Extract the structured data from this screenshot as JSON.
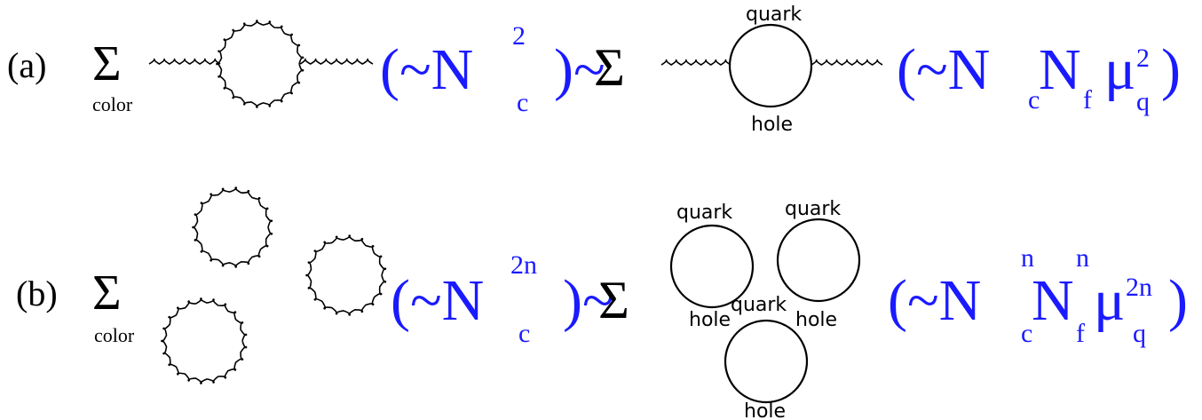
{
  "row_a": {
    "tag": "(a)",
    "sum_symbol": "Σ",
    "sum_sub": "color",
    "lhs": {
      "open": "(~N",
      "sub": "c",
      "sup": "2",
      "close": ")~"
    },
    "sum2_symbol": "Σ",
    "loop_top": "quark",
    "loop_bottom": "hole",
    "rhs": {
      "open": "(~N",
      "sub1": "c",
      "mid": "N",
      "sub2": "f",
      "mu": "μ",
      "sup": "2",
      "sub3": "q",
      "close": ")"
    }
  },
  "row_b": {
    "tag": "(b)",
    "sum_symbol": "Σ",
    "sum_sub": "color",
    "lhs": {
      "open": "(~N",
      "sub": "c",
      "sup": "2n",
      "close": ")~"
    },
    "sum2_symbol": "Σ",
    "loop1_top": "quark",
    "loop1_bottom": "hole",
    "loop2_top": "quark",
    "loop2_bottom": "hole",
    "loop3_top": "quark",
    "loop3_bottom": "hole",
    "rhs": {
      "open": "(~N",
      "sup1": "n",
      "sub1": "c",
      "mid": "N",
      "sup2": "n",
      "sub2": "f",
      "mu": "μ",
      "sup3": "2n",
      "sub3": "q",
      "close": ")"
    }
  }
}
